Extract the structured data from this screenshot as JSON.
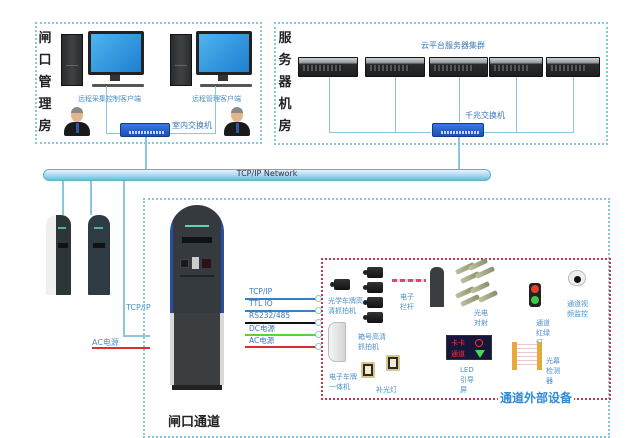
{
  "gate_room": {
    "title_chars": [
      "闸",
      "口",
      "管",
      "理",
      "房"
    ],
    "client1_label": "远程采集控制客户端",
    "client2_label": "远程管理客户端",
    "switch_label": "室内交换机"
  },
  "server_room": {
    "title_chars": [
      "服",
      "务",
      "器",
      "机",
      "房"
    ],
    "cluster_label": "云平台服务器集群",
    "server_count": 5,
    "switch_label": "千兆交换机"
  },
  "network": {
    "bus_label": "TCP/IP Network",
    "tcp_label": "TCP/IP",
    "ac_label": "AC电源"
  },
  "gate_channel": {
    "title": "闸口通道",
    "interfaces": [
      {
        "label": "TCP/IP",
        "color": "#3a7fc0"
      },
      {
        "label": "TTL IO",
        "color": "#3a7fc0"
      },
      {
        "label": "RS232/485",
        "color": "#111111"
      },
      {
        "label": "DC电源",
        "color": "#5bd23a"
      },
      {
        "label": "AC电源",
        "color": "#d83030"
      }
    ]
  },
  "external_devices": {
    "title": "通道外部设备",
    "items": {
      "plate_camera": "光学车牌高清抓拍机",
      "electronic_plate": "电子车牌一体机",
      "box_camera": "箱号高清抓拍机",
      "fill_light": "补光灯",
      "barrier": "电子栏杆",
      "photo_beam": "光电对射",
      "led_screen": "LED引导屏",
      "led_text_line1": "卡卡",
      "led_text_line2": "通道",
      "traffic_light": "通道红绿灯",
      "video_monitor": "通道视频监控",
      "light_curtain": "光幕检测器"
    }
  },
  "colors": {
    "dashed_blue": "#7fcbd9",
    "dashed_red": "#c8324a",
    "label_blue": "#4a8fc8",
    "ac_red": "#d83030",
    "dc_green": "#5bd23a"
  }
}
